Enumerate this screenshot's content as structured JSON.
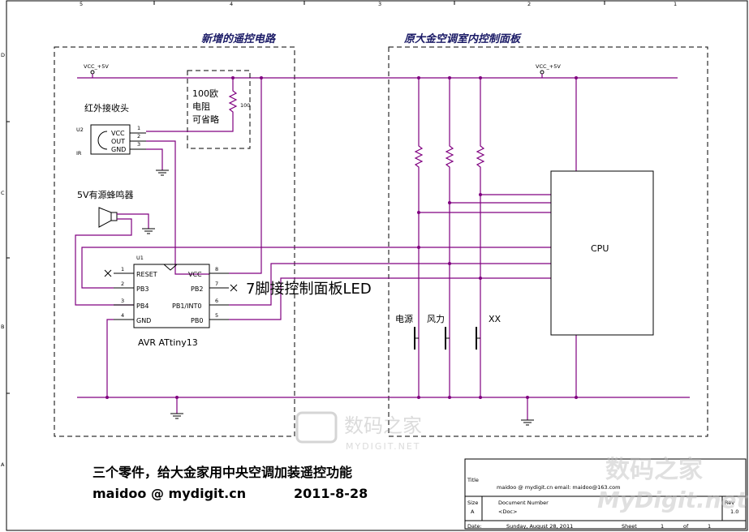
{
  "sections": {
    "left_title": "新增的遥控电路",
    "right_title": "原大金空调室内控制面板"
  },
  "power": {
    "vcc_left": "VCC_+5V",
    "vcc_right": "VCC_+5V"
  },
  "resistor_note": {
    "line1": "100欧",
    "line2": "电阻",
    "line3": "可省略",
    "value": "100"
  },
  "ir_receiver": {
    "title": "红外接收头",
    "ref": "U2",
    "type": "IR",
    "pins": [
      "VCC",
      "OUT",
      "GND"
    ],
    "pin_nums": [
      "1",
      "2",
      "3"
    ]
  },
  "buzzer": {
    "title": "5V有源蜂鸣器"
  },
  "mcu": {
    "ref": "U1",
    "name": "AVR ATtiny13",
    "left_pins": [
      {
        "num": "1",
        "name": "RESET"
      },
      {
        "num": "2",
        "name": "PB3"
      },
      {
        "num": "3",
        "name": "PB4"
      },
      {
        "num": "4",
        "name": "GND"
      }
    ],
    "right_pins": [
      {
        "num": "8",
        "name": "VCC"
      },
      {
        "num": "7",
        "name": "PB2"
      },
      {
        "num": "6",
        "name": "PB1/INT0"
      },
      {
        "num": "5",
        "name": "PB0"
      }
    ]
  },
  "led_note": "7脚接控制面板LED",
  "cpu": {
    "label": "CPU"
  },
  "buttons": {
    "power": "电源",
    "fan": "风力",
    "xx": "XX"
  },
  "caption": {
    "line1": "三个零件，给大金家用中央空调加装遥控功能",
    "author": "maidoo @ mydigit.cn",
    "date": "2011-8-28"
  },
  "title_block": {
    "title_label": "Title",
    "title_value": "maidoo @ mydigit.cn      email: maidoo@163.com",
    "size_label": "Size",
    "size_value": "A",
    "docnum_label": "Document Number",
    "docnum_value": "<Doc>",
    "rev_label": "Rev",
    "rev_value": "1.0",
    "date_label": "Date:",
    "date_value": "Sunday, August 28, 2011",
    "sheet_label": "Sheet",
    "sheet_value": "1",
    "of_label": "of",
    "of_value": "1"
  },
  "watermarks": {
    "center": "数码之家",
    "center_sub": "MYDIGIT.NET",
    "corner": "数码之家",
    "corner_sub": "MyDigit.net"
  },
  "border": {
    "top_marks": [
      "5",
      "4",
      "3",
      "2",
      "1"
    ],
    "left_marks": [
      "D",
      "C",
      "B",
      "A"
    ]
  }
}
